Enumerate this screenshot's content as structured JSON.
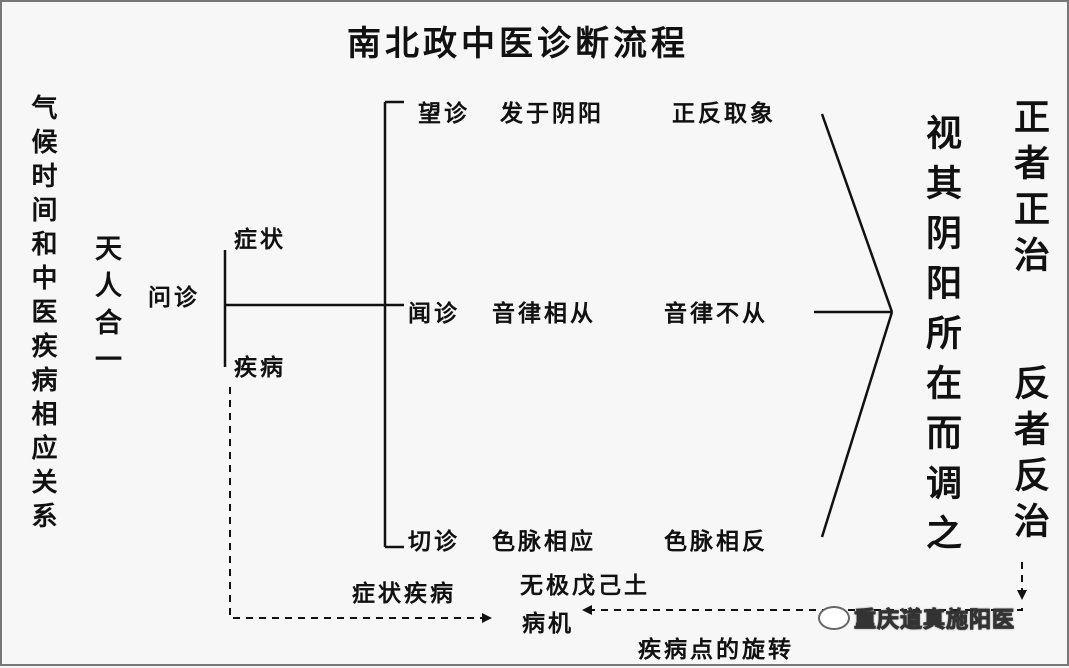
{
  "title": "南北政中医诊断流程",
  "left_column": "气候时间和中医疾病相应关系",
  "tian_ren": "天人合一",
  "wen_zhen": "问诊",
  "zheng_zhuang": "症状",
  "ji_bing": "疾病",
  "wang_zhen": {
    "name": "望诊",
    "a": "发于阴阳",
    "b": "正反取象"
  },
  "wen_zhen2": {
    "name": "闻诊",
    "a": "音律相从",
    "b": "音律不从"
  },
  "qie_zhen": {
    "name": "切诊",
    "a": "色脉相应",
    "b": "色脉相反"
  },
  "center_right": "视其阴阳所在而调之",
  "zheng_zhi": "正者正治",
  "fan_zhi": "反者反治",
  "bottom": {
    "symptoms": "症状疾病",
    "wuji": "无极戊己土",
    "bingji": "病机",
    "rotation": "疾病点的旋转"
  },
  "watermark": "重庆道真施阳医"
}
